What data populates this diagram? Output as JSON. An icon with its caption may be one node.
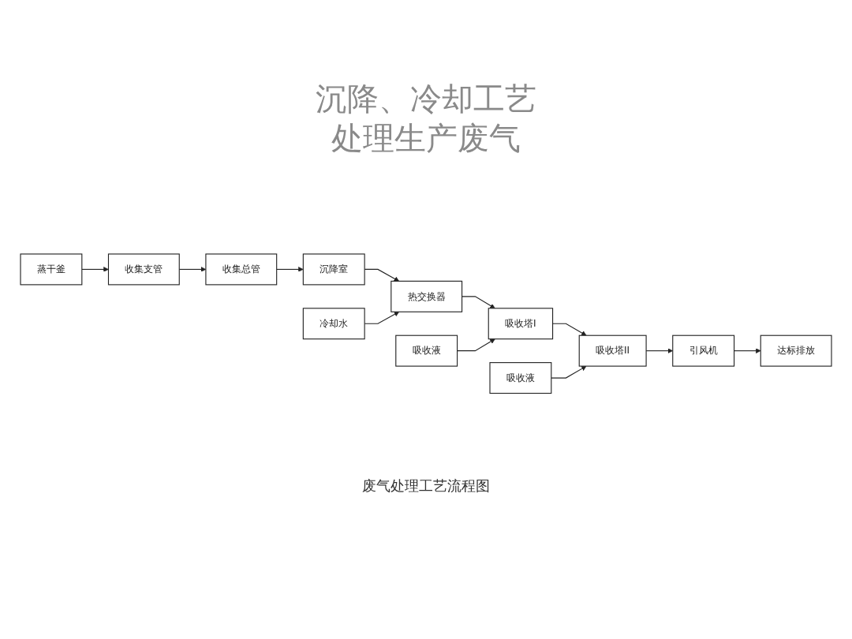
{
  "diagram": {
    "title": "沉降、冷却工艺处理生产废气",
    "caption": "废气处理工艺流程图",
    "nodes": [
      {
        "text": [
          "蒸干釜"
        ]
      },
      {
        "text": [
          "冷却水"
        ]
      },
      {
        "text": [
          "吸收液"
        ]
      },
      {
        "text": [
          "吸收液"
        ]
      },
      {
        "text": [
          "收集支管"
        ]
      },
      {
        "text": [
          "热交换器"
        ]
      },
      {
        "text": [
          "吸收塔I"
        ]
      },
      {
        "text": [
          "吸收塔II"
        ]
      },
      {
        "text": [
          "收集总管"
        ]
      },
      {
        "text": [
          "引风机"
        ]
      },
      {
        "text": [
          "沉降室"
        ]
      },
      {
        "text": [
          "达标排放"
        ]
      }
    ],
    "edges": [
      {
        "from": 0,
        "to": 4,
        "arrow": "to"
      },
      {
        "from": 4,
        "to": 8,
        "arrow": "to"
      },
      {
        "from": 8,
        "to": 10,
        "arrow": "to"
      },
      {
        "from": 10,
        "to": 5,
        "arrow": "to"
      },
      {
        "from": 1,
        "to": 5,
        "arrow": "to"
      },
      {
        "from": 5,
        "to": 6,
        "arrow": "to"
      },
      {
        "from": 2,
        "to": 6,
        "arrow": "to"
      },
      {
        "from": 6,
        "to": 7,
        "arrow": "to"
      },
      {
        "from": 3,
        "to": 7,
        "arrow": "to"
      },
      {
        "from": 7,
        "to": 9,
        "arrow": "to"
      },
      {
        "from": 9,
        "to": 11,
        "arrow": "to"
      }
    ]
  }
}
